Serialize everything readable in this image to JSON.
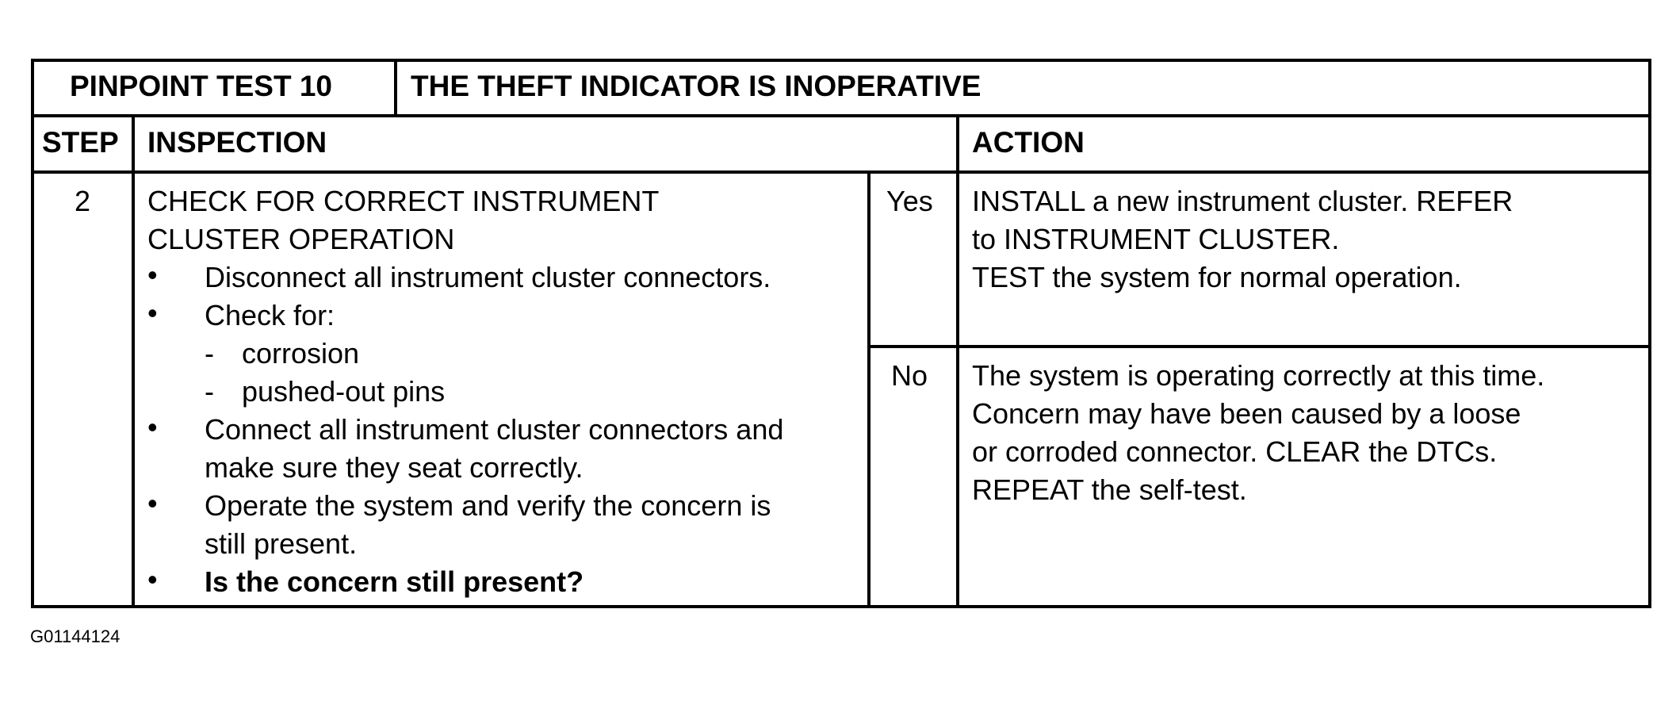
{
  "header": {
    "test_id": "PINPOINT TEST 10",
    "test_title": "THE THEFT INDICATOR IS INOPERATIVE"
  },
  "columns": {
    "step": "STEP",
    "inspection": "INSPECTION",
    "action": "ACTION"
  },
  "row": {
    "step": "2",
    "inspection_title_line1": "CHECK FOR CORRECT INSTRUMENT",
    "inspection_title_line2": "CLUSTER OPERATION",
    "bullets": [
      "Disconnect all instrument cluster connectors.",
      "Check for:",
      "Connect all instrument cluster connectors and",
      "Operate the system and verify the concern is",
      "Is the concern still present?"
    ],
    "sub_items": [
      "corrosion",
      "pushed-out pins"
    ],
    "bullet_continuations": [
      "make sure they seat correctly.",
      "still present."
    ],
    "outcomes": [
      {
        "label": "Yes",
        "action_lines": [
          "INSTALL a new instrument cluster.  REFER",
          "to INSTRUMENT CLUSTER.",
          "TEST the system for normal operation."
        ]
      },
      {
        "label": "No",
        "action_lines": [
          "The system is operating correctly at this time.",
          "Concern may have been caused by a loose",
          "or corroded connector.  CLEAR the DTCs.",
          "REPEAT the self-test."
        ]
      }
    ]
  },
  "figure_id": "G01144124"
}
